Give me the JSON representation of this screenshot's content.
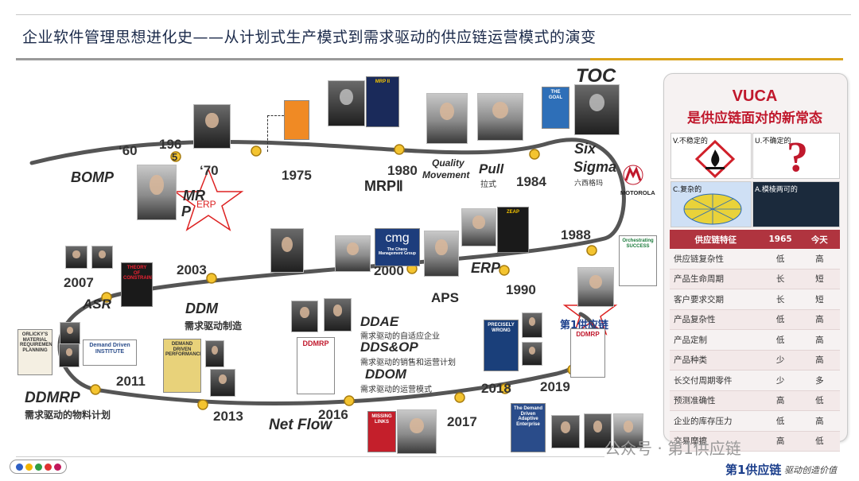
{
  "title": "企业软件管理思想进化史——从计划式生产模式到需求驱动的供应链运营模式的演变",
  "timeline": {
    "years": {
      "y60": "‘60",
      "y1965": "196",
      "y1965b": "5",
      "y70": "‘70",
      "y1975": "1975",
      "y1980": "1980",
      "y1984": "1984",
      "y1988": "1988",
      "y1990": "1990",
      "y2000": "2000",
      "y2003": "2003",
      "y2007": "2007",
      "y2011": "2011",
      "y2013": "2013",
      "y2016": "2016",
      "y2017": "2017",
      "y2018": "2018",
      "y2019": "2019"
    },
    "labels": {
      "bomp": "BOMP",
      "mrp_a": "MR",
      "mrp_b": "P",
      "erp_star": "ERP",
      "mrp2": "MRPⅡ",
      "quality": "Quality",
      "movement": "Movement",
      "pull": "Pull",
      "pull_cn": "拉式",
      "toc": "TOC",
      "six": "Six",
      "sigma": "Sigma",
      "sigma_cn": "六西格玛",
      "motorola": "MOTOROLA",
      "erp": "ERP",
      "aps": "APS",
      "asr": "ASR",
      "ddm": "DDM",
      "ddm_cn": "需求驱动制造",
      "ddae": "DDAE",
      "ddae_cn": "需求驱动的自适应企业",
      "ddsop": "DDS&OP",
      "ddsop_cn": "需求驱动的销售和运营计划",
      "ddom": "DDOM",
      "ddom_cn": "需求驱动的运营模式",
      "ddmrp": "DDMRP",
      "ddmrp_cn": "需求驱动的物料计划",
      "netflow": "Net Flow",
      "brand_star": "第1供应链"
    },
    "books": {
      "mrp2_book": "MRP II",
      "cmg": "cmg",
      "cmg_sub": "The Chaos Management Group",
      "orchestrating": "Orchestrating SUCCESS",
      "orlicky": "ORLICKY'S MATERIAL REQUIREMENTS PLANNING",
      "ddi": "Demand Driven INSTITUTE",
      "ddp": "DEMAND DRIVEN PERFORMANCE",
      "ddmrp_book": "DDMRP",
      "precisely": "PRECISELY WRONG",
      "missing": "MISSING LINKS",
      "adaptive": "The Demand Driven Adaptive Enterprise",
      "ddmrp2": "DDMRP",
      "zeap": "ZEAP",
      "goal": "THE GOAL",
      "tcs": "THEORY OF CONSTRAINTS"
    }
  },
  "vuca": {
    "title": "VUCA",
    "subtitle": "是供应链面对的新常态",
    "quadrants": [
      "V.不稳定的",
      "U.不确定的",
      "C.复杂的",
      "A.模棱两可的"
    ]
  },
  "table": {
    "headers": [
      "供应链特征",
      "1965",
      "今天"
    ],
    "rows": [
      [
        "供应链复杂性",
        "低",
        "高"
      ],
      [
        "产品生命周期",
        "长",
        "短"
      ],
      [
        "客户要求交期",
        "长",
        "短"
      ],
      [
        "产品复杂性",
        "低",
        "高"
      ],
      [
        "产品定制",
        "低",
        "高"
      ],
      [
        "产品种类",
        "少",
        "高"
      ],
      [
        "长交付周期零件",
        "少",
        "多"
      ],
      [
        "预测准确性",
        "高",
        "低"
      ],
      [
        "企业的库存压力",
        "低",
        "高"
      ],
      [
        "交易摩擦",
        "高",
        "低"
      ]
    ]
  },
  "footer": {
    "watermark": "公众号 · 第1供应链",
    "brand": "第1供应链",
    "slogan": "驱动创造价值",
    "dot_colors": [
      "#2e5fc4",
      "#f2b400",
      "#2f9e44",
      "#e03131",
      "#c2185b"
    ]
  },
  "colors": {
    "track": "#5a5a5a",
    "node": "#f4c430",
    "accent_red": "#c0182c",
    "gold": "#d9a21a"
  }
}
